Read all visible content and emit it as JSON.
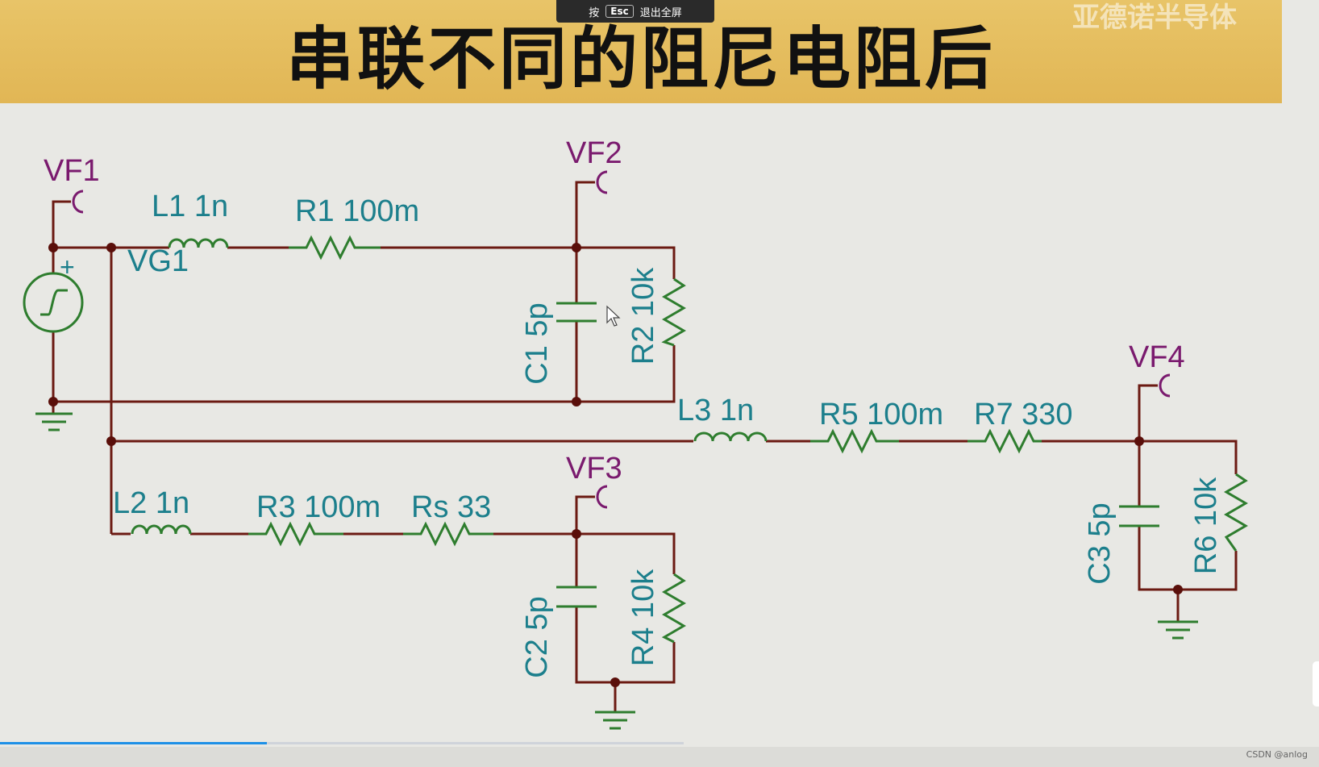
{
  "title": "串联不同的阻尼电阻后",
  "watermark": "亚德诺半导体",
  "fullscreen_hint": {
    "press": "按",
    "key": "Esc",
    "action": "退出全屏"
  },
  "credit": "CSDN @anlog",
  "playback_progress": 0.39,
  "colors": {
    "wire": "#6b1a12",
    "component": "#2e7d2e",
    "label": "#1c7f8c",
    "probe": "#7a1a6e",
    "node": "#5a0f0a"
  },
  "schematic": {
    "probes": {
      "vf1": "VF1",
      "vf2": "VF2",
      "vf3": "VF3",
      "vf4": "VF4"
    },
    "source": {
      "name": "VG1",
      "polarity": "+"
    },
    "components": {
      "l1": "L1 1n",
      "r1": "R1 100m",
      "c1": "C1 5p",
      "r2": "R2 10k",
      "l2": "L2 1n",
      "r3": "R3 100m",
      "rs": "Rs 33",
      "c2": "C2 5p",
      "r4": "R4 10k",
      "l3": "L3 1n",
      "r5": "R5 100m",
      "r7": "R7 330",
      "c3": "C3 5p",
      "r6": "R6 10k"
    }
  }
}
